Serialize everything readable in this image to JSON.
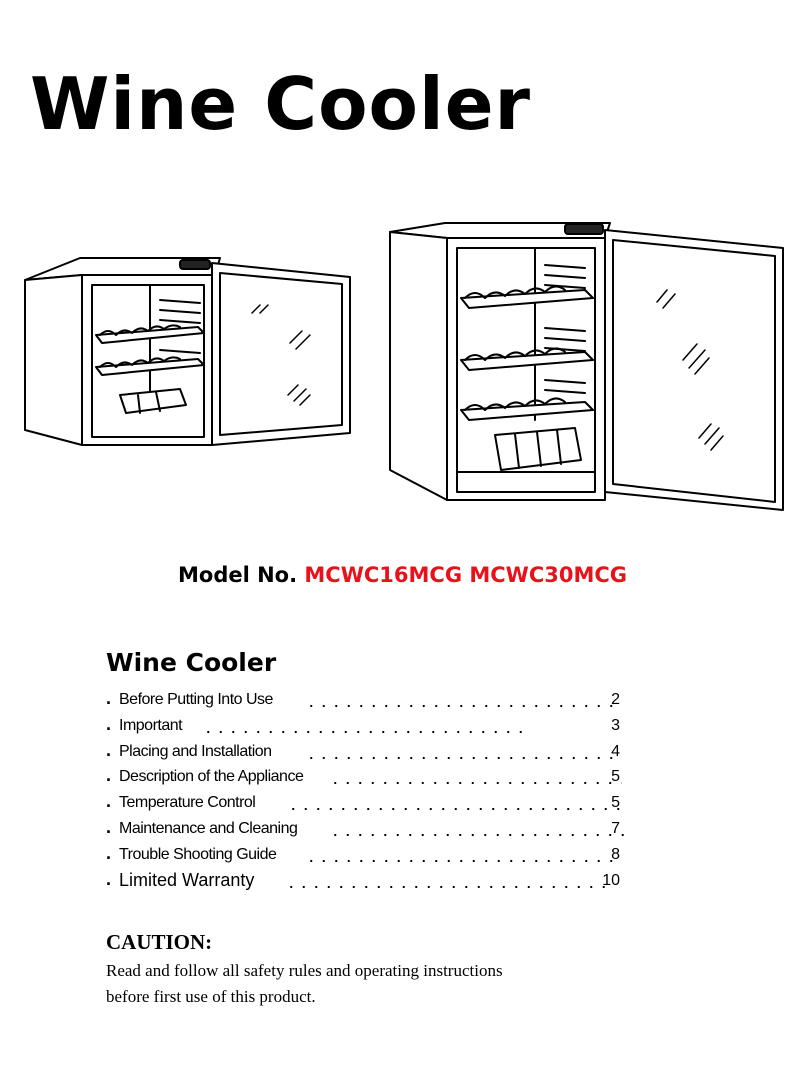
{
  "document": {
    "title": "Wine Cooler",
    "model_prefix": "Model No.",
    "model_numbers": "MCWC16MCG MCWC30MCG",
    "accent_color": "#e8121b",
    "toc": {
      "heading": "Wine Cooler",
      "items": [
        {
          "label": "Before Putting Into Use",
          "page": "2"
        },
        {
          "label": "Important",
          "page": "3"
        },
        {
          "label": "Placing and Installation",
          "page": "4"
        },
        {
          "label": "Description of the Appliance",
          "page": "5"
        },
        {
          "label": "Temperature Control",
          "page": "5"
        },
        {
          "label": "Maintenance and Cleaning",
          "page": "7"
        },
        {
          "label": "Trouble Shooting Guide",
          "page": "8"
        },
        {
          "label": "Limited Warranty",
          "page": "10"
        }
      ]
    },
    "caution": {
      "heading": "CAUTION:",
      "text": "Read and follow all safety rules and operating instructions before first use of this product."
    }
  }
}
